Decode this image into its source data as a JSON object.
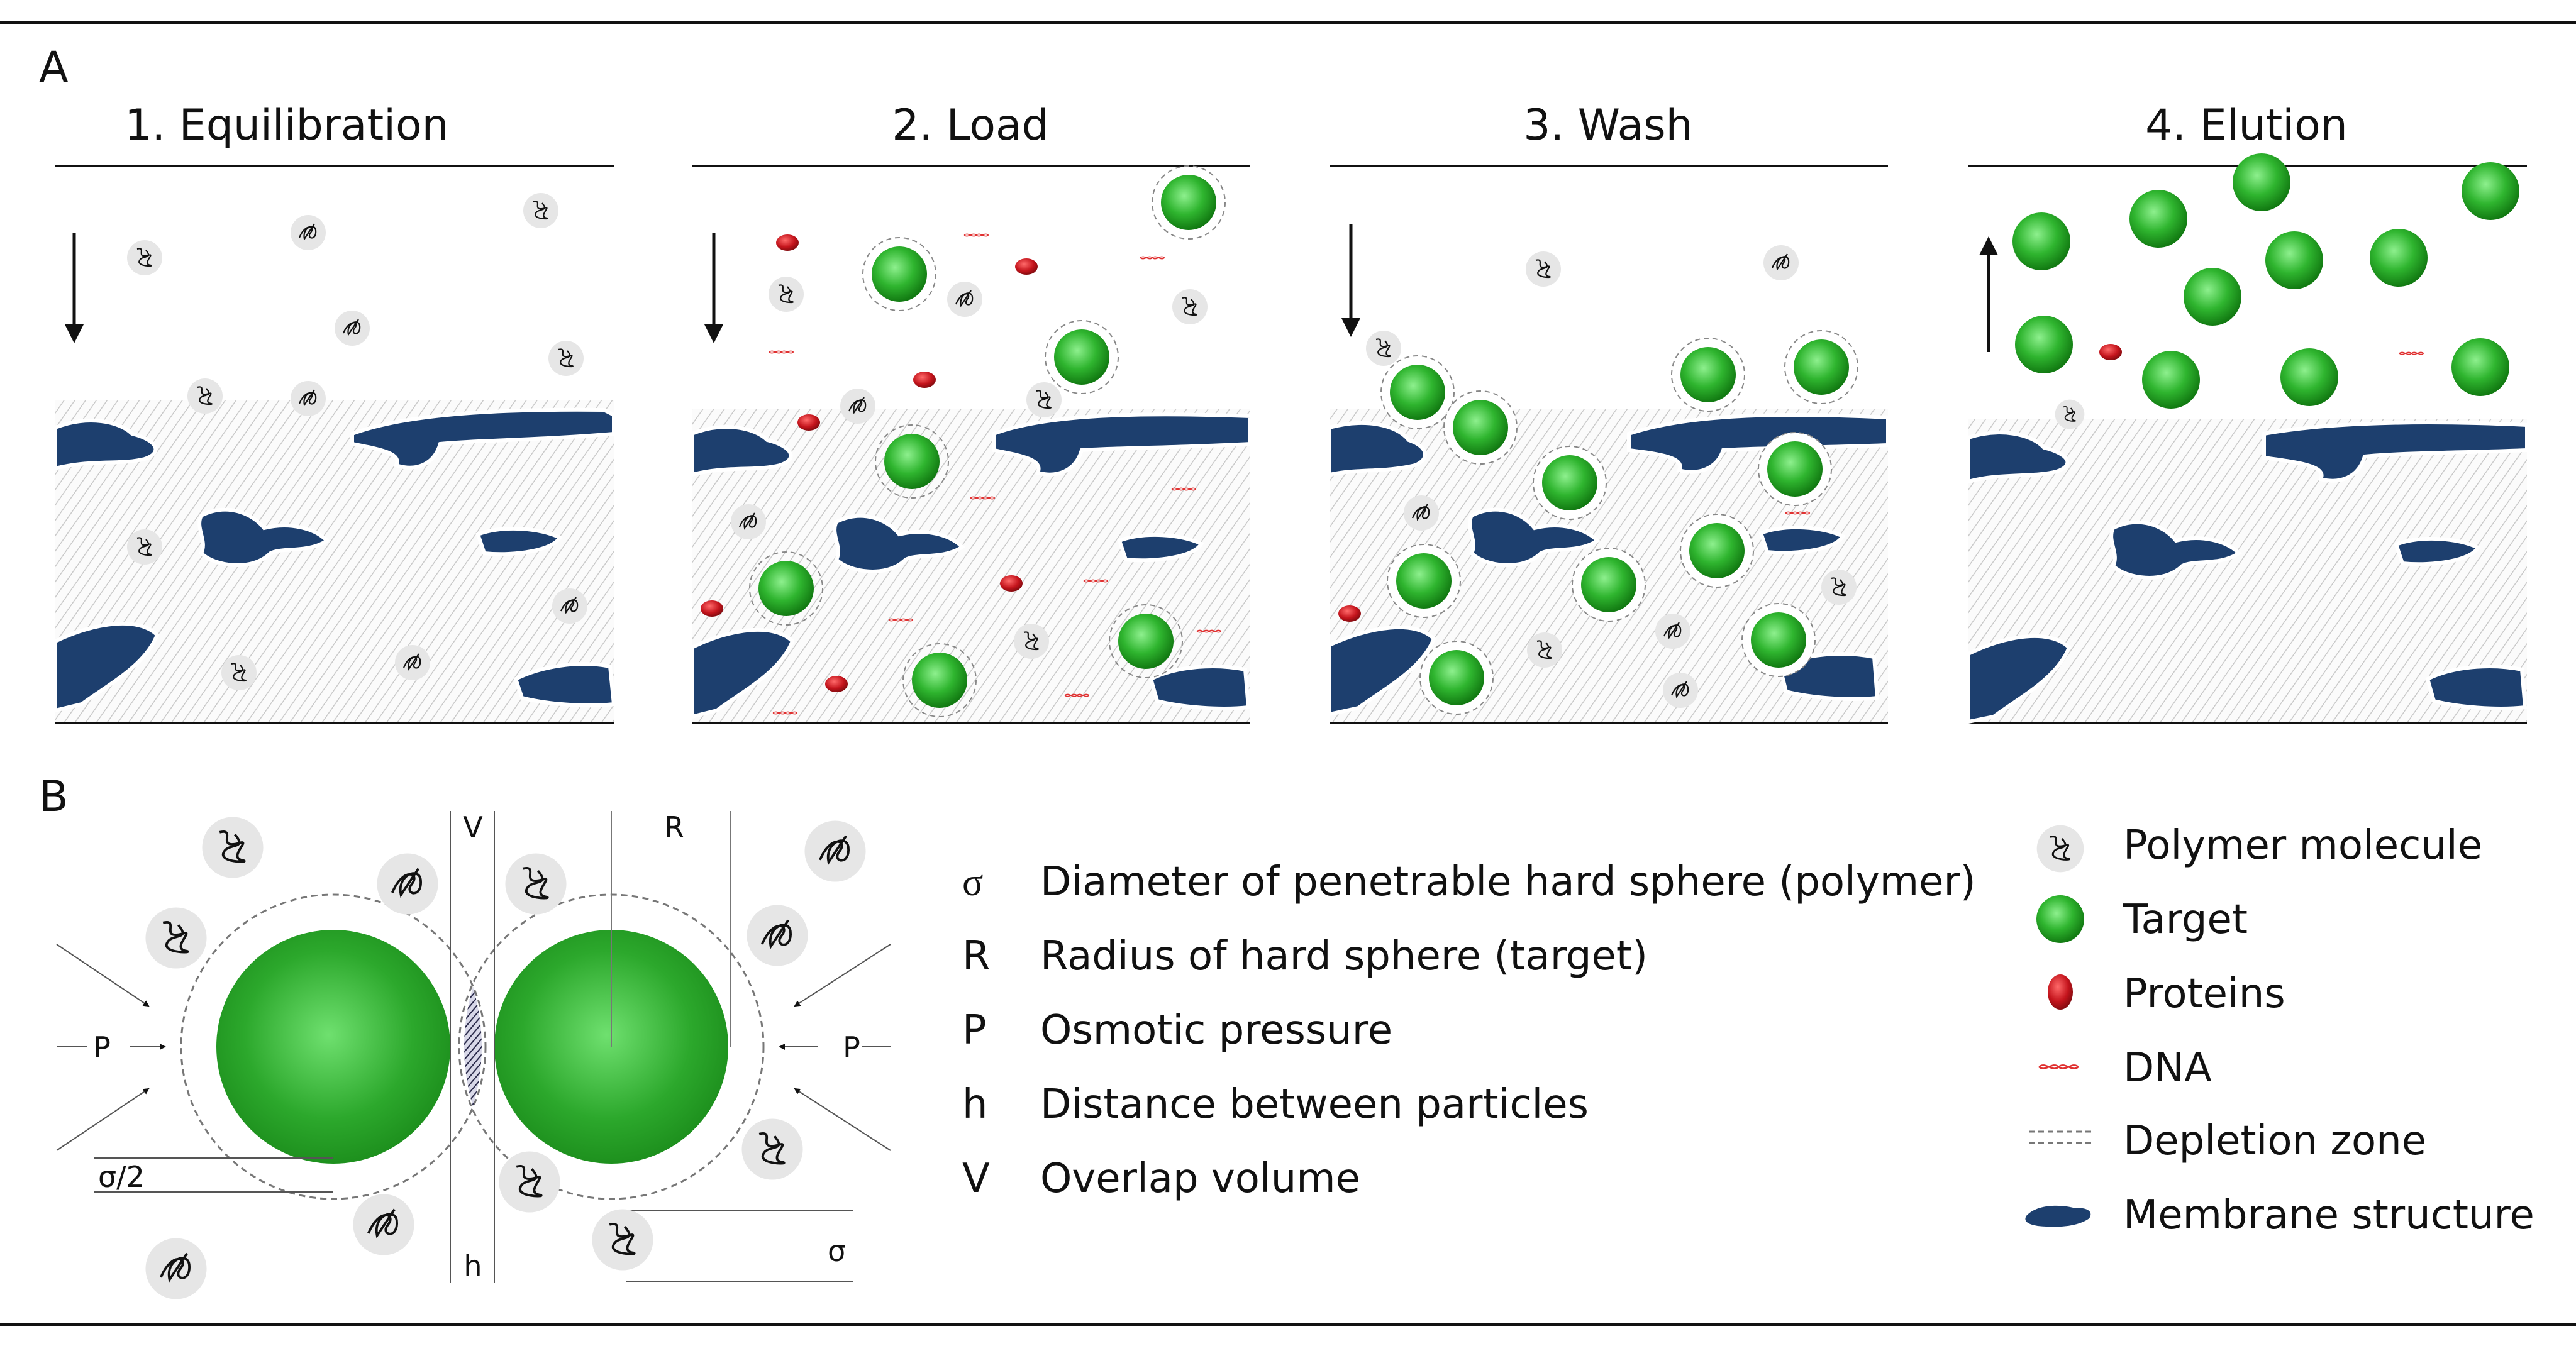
{
  "panel_a": {
    "label": "A",
    "steps": [
      {
        "title": "1. Equilibration",
        "flow": "down"
      },
      {
        "title": "2. Load",
        "flow": "down"
      },
      {
        "title": "3. Wash",
        "flow": "down"
      },
      {
        "title": "4. Elution",
        "flow": "up"
      }
    ]
  },
  "panel_b": {
    "label": "B",
    "diagram_labels": {
      "v": "V",
      "r": "R",
      "p": "P",
      "half_sigma": "σ/2",
      "h": "h",
      "sigma": "σ"
    },
    "definitions": [
      {
        "symbol": "σ",
        "text": "Diameter of penetrable hard sphere (polymer)"
      },
      {
        "symbol": "R",
        "text": "Radius of hard sphere (target)"
      },
      {
        "symbol": "P",
        "text": "Osmotic pressure"
      },
      {
        "symbol": "h",
        "text": "Distance between particles"
      },
      {
        "symbol": "V",
        "text": "Overlap volume"
      }
    ]
  },
  "legend": [
    {
      "icon": "polymer-molecule-icon",
      "label": "Polymer molecule"
    },
    {
      "icon": "target-sphere-icon",
      "label": "Target"
    },
    {
      "icon": "protein-icon",
      "label": "Proteins"
    },
    {
      "icon": "dna-icon",
      "label": "DNA"
    },
    {
      "icon": "depletion-zone-icon",
      "label": "Depletion zone"
    },
    {
      "icon": "membrane-structure-icon",
      "label": "Membrane structure"
    }
  ],
  "colors": {
    "target": "#1e9e1e",
    "target_highlight": "#7be27b",
    "protein": "#c4141c",
    "dna": "#e03030",
    "membrane": "#1d3f6e",
    "hatch": "#c9c9c9",
    "halo": "#e6e6e6"
  }
}
